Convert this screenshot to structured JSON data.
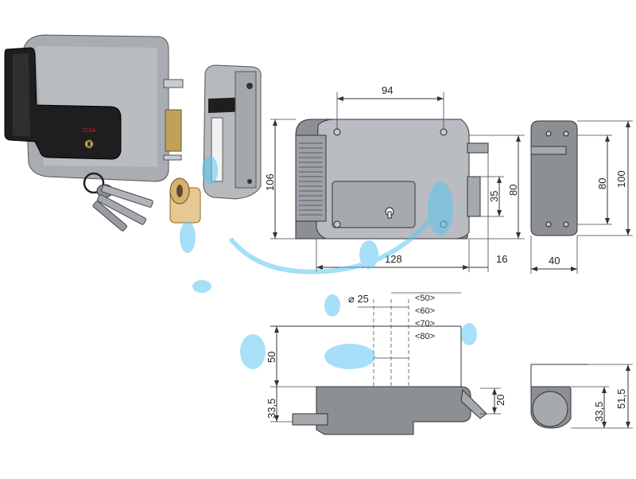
{
  "photo": {
    "brand_label": "CISA"
  },
  "front_view": {
    "width_top": "94",
    "height_total": "106",
    "height_right": "80",
    "bolt_height": "35",
    "width_bottom": "128",
    "bolt_projection": "16"
  },
  "side_view": {
    "height_80": "80",
    "height_100": "100",
    "depth": "40"
  },
  "bottom_view": {
    "cylinder_diameter": "⌀ 25",
    "backsets": [
      "<50>",
      "<60>",
      "<70>",
      "<80>"
    ],
    "height_50": "50",
    "height_33_5": "33,5",
    "bolt_20": "20"
  },
  "end_view": {
    "height_33_5": "33,5",
    "height_51_5": "51,5"
  },
  "colors": {
    "lock_body": "#8c8f94",
    "lock_black_cover": "#1e1e1e",
    "cylinder_brass": "#d8b070",
    "watermark": "#5ec6f2"
  }
}
